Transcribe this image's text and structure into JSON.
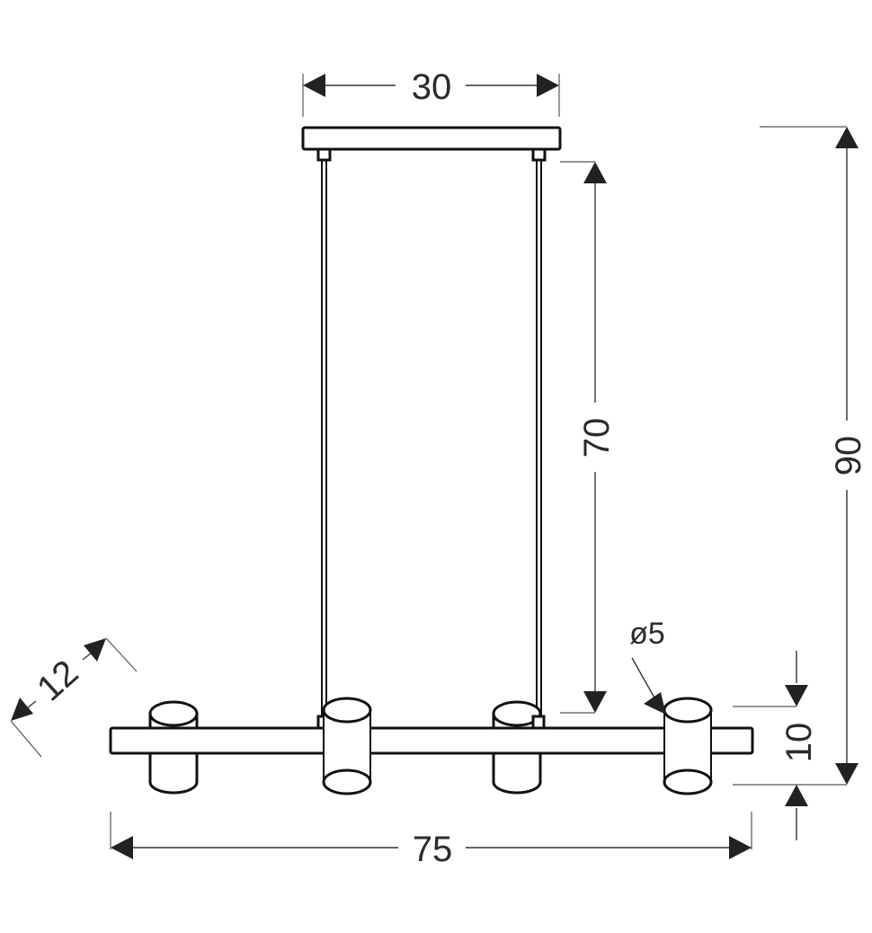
{
  "drawing": {
    "subject": "linear pendant lamp with four cylindrical spot shades",
    "units": "cm",
    "dimensions": {
      "canopy_width": "30",
      "cable_length": "70",
      "total_height": "90",
      "shade_depth": "12",
      "shade_diameter": "ø5",
      "bar_height": "10",
      "bar_length": "75"
    },
    "colors": {
      "line": "#111111",
      "dimension": "#333333",
      "background": "#ffffff"
    }
  }
}
